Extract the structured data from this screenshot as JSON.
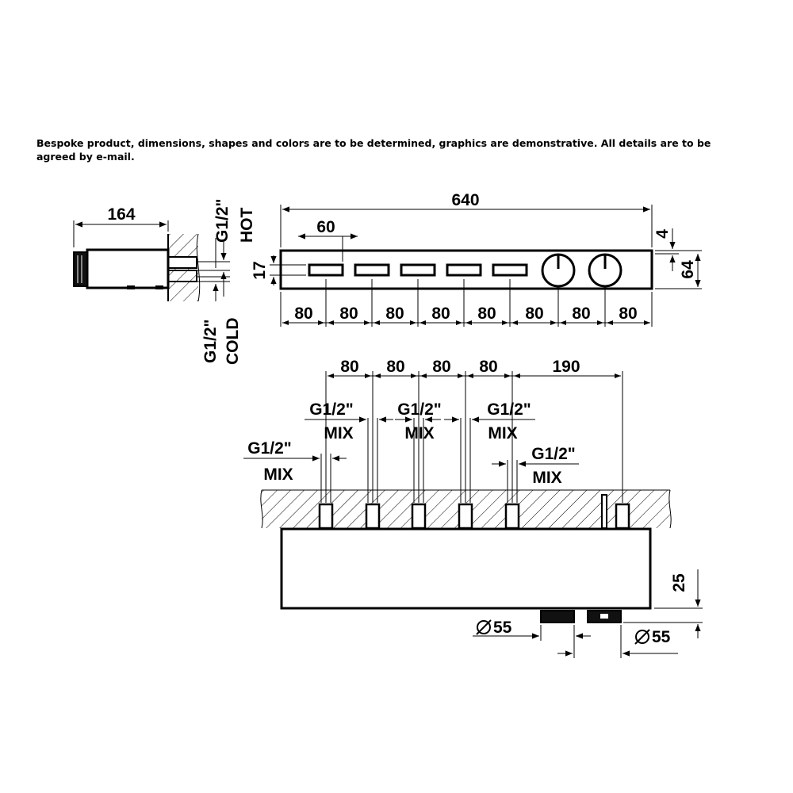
{
  "note": "Bespoke product, dimensions, shapes and colors are to be determined, graphics are demonstrative. All details are to be agreed by e-mail.",
  "side_view": {
    "depth": "164",
    "hot_thread": "G1/2\"",
    "hot_label": "HOT",
    "cold_thread": "G1/2\"",
    "cold_label": "COLD"
  },
  "front_view": {
    "total_width": "640",
    "button_width": "60",
    "button_height": "17",
    "top_offset": "4",
    "height": "64",
    "spacings": [
      "80",
      "80",
      "80",
      "80",
      "80",
      "80",
      "80",
      "80"
    ]
  },
  "rear_view": {
    "spacings": [
      "80",
      "80",
      "80",
      "80"
    ],
    "last_spacing": "190",
    "connections": [
      {
        "thread": "G1/2\"",
        "type": "MIX"
      },
      {
        "thread": "G1/2\"",
        "type": "MIX"
      },
      {
        "thread": "G1/2\"",
        "type": "MIX"
      },
      {
        "thread": "G1/2\"",
        "type": "MIX"
      },
      {
        "thread": "G1/2\"",
        "type": "MIX"
      }
    ],
    "knob_diameter_left": "55",
    "knob_diameter_right": "55",
    "knob_depth": "25"
  }
}
